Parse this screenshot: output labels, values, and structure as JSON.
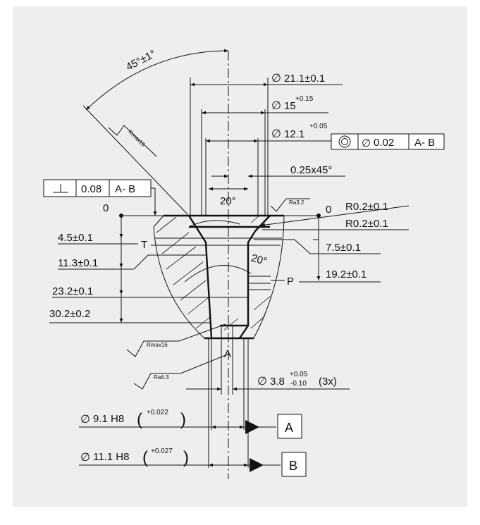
{
  "angle_label": "45°±1°",
  "diameters": {
    "d21": "21.1±0.1",
    "d15_main": "15",
    "d15_tol": "+0.15",
    "d12_main": "12.1",
    "d12_tol": "+0.05",
    "d38_main": "3.8",
    "d38_tol_up": "+0.05",
    "d38_tol_low": "-0.10",
    "d38_count": "(3x)",
    "d91": "9.1 H8",
    "d91_tol": "+0.022",
    "d111": "11.1 H8",
    "d111_tol": "+0.027"
  },
  "chamfer": "0.25x45°",
  "angle_20_top": "20°",
  "angle_20_mid": "20°",
  "radii": {
    "r1": "R0.2±0.1",
    "r2": "R0.2±0.1"
  },
  "fcf_concentric": {
    "value": "0.02",
    "datum": "A- B"
  },
  "fcf_perp": {
    "value": "0.08",
    "datum": "A- B"
  },
  "zero_left": "0",
  "zero_right": "0",
  "left_dims": [
    "4.5±0.1",
    "11.3±0.1",
    "23.2±0.1",
    "30.2±0.2"
  ],
  "right_dims": {
    "d75": "7.5±0.1",
    "d192": "19.2±0.1"
  },
  "labels": {
    "T": "T",
    "P": "P",
    "A": "A"
  },
  "surface": {
    "ra32": "Ra3.2",
    "rmax16_top": "Rmax16",
    "rmax16_low": "Rmax16",
    "ra63": "Ra6.3"
  },
  "datums": {
    "a": "A",
    "b": "B"
  }
}
